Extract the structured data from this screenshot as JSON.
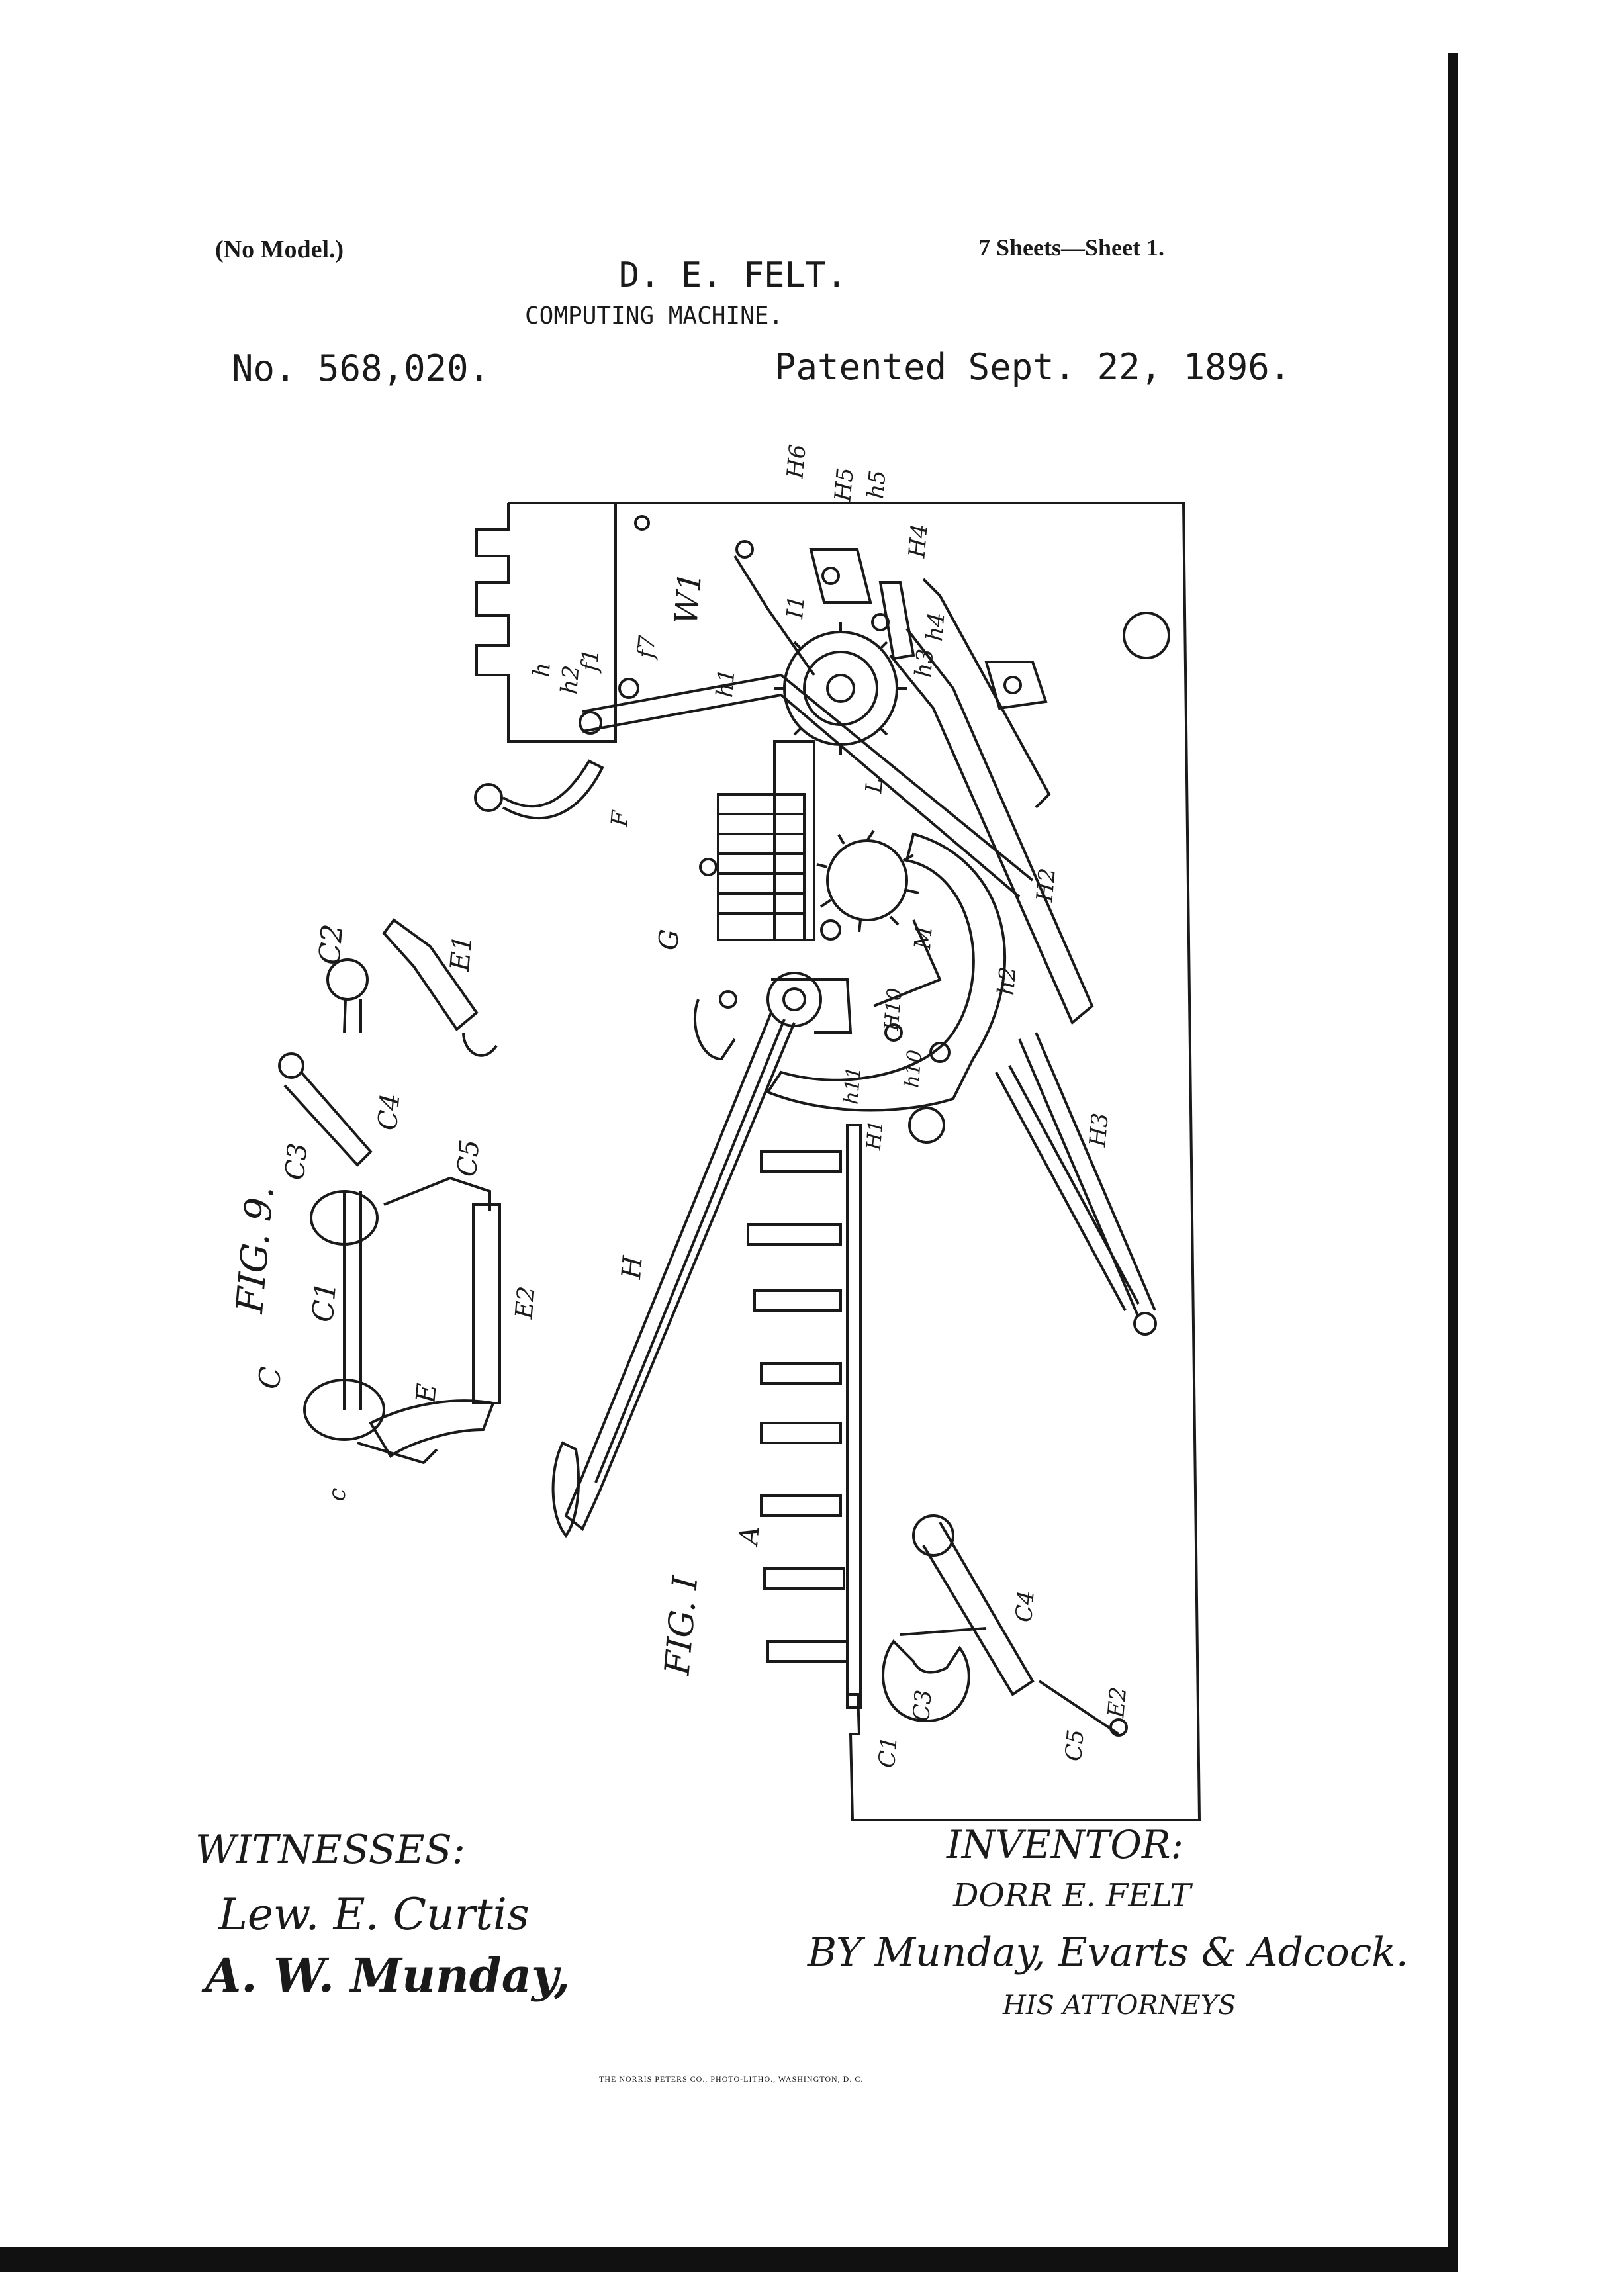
{
  "header": {
    "model_note": "(No Model.)",
    "sheets": "7 Sheets—Sheet 1.",
    "inventor_heading": "D. E. FELT.",
    "title": "COMPUTING MACHINE.",
    "patent_number": "No. 568,020.",
    "patent_date": "Patented Sept. 22, 1896."
  },
  "figures": {
    "fig1": "FIG. I",
    "fig9": "FIG. 9."
  },
  "labels": {
    "H6": "H6",
    "H5": "H5",
    "h5": "h5",
    "H4": "H4",
    "h4": "h4",
    "h3": "h3",
    "W1": "W1",
    "f7": "f7",
    "h": "h",
    "h2a": "h2",
    "f1": "f1",
    "h1": "h1",
    "I1": "I1",
    "L": "L",
    "F": "F",
    "G": "G",
    "M": "M",
    "H2": "H2",
    "h2b": "h2",
    "H10": "H10",
    "h10": "h10",
    "h11": "h11",
    "H1": "H1",
    "H3": "H3",
    "H": "H",
    "A": "A",
    "C4": "C4",
    "C3": "C3",
    "C1": "C1",
    "C5": "C5",
    "E2": "E2",
    "C2": "C2",
    "E1": "E1",
    "C": "C",
    "c": "c",
    "E": "E"
  },
  "signatures": {
    "witnesses_label": "WITNESSES:",
    "witness_1": "Lew. E. Curtis",
    "witness_2": "A. W. Munday,",
    "inventor_label": "INVENTOR:",
    "inventor_name": "DORR E. FELT",
    "attorneys_by": "BY Munday, Evarts & Adcock.",
    "attorneys_label": "HIS ATTORNEYS"
  },
  "footer": {
    "printer": "THE NORRIS PETERS CO., PHOTO-LITHO., WASHINGTON, D. C."
  }
}
